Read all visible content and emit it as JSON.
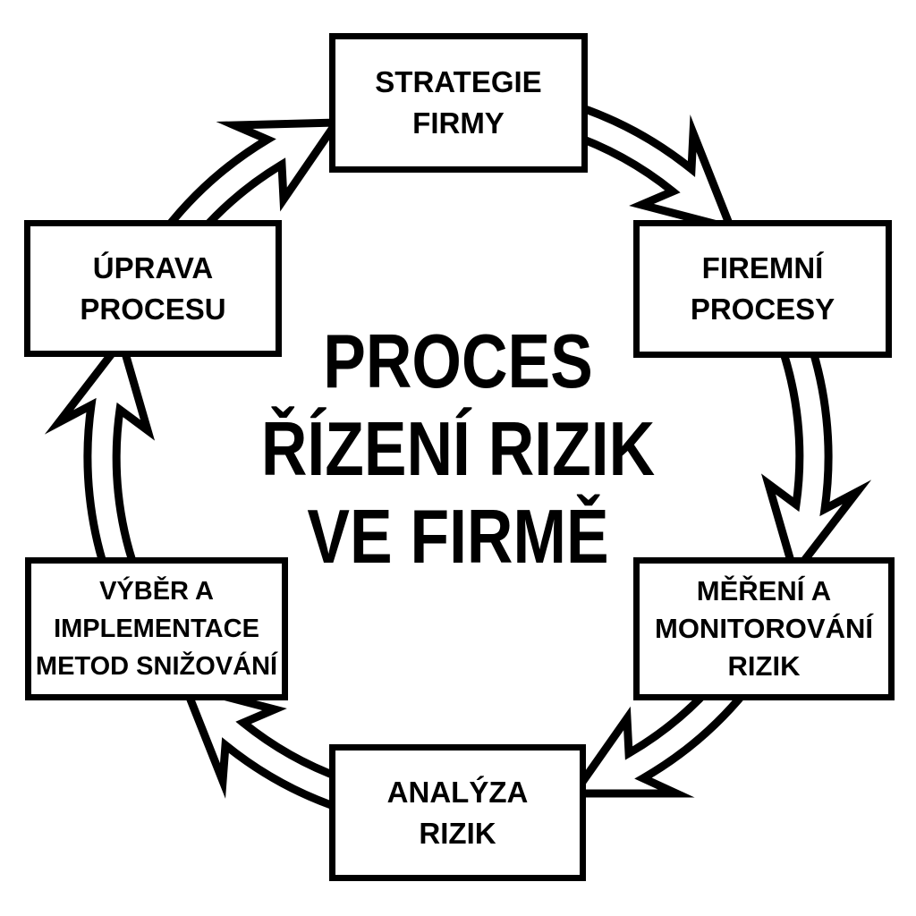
{
  "diagram": {
    "title": {
      "lines": [
        "PROCES",
        "ŘÍZENÍ RIZIK",
        "VE FIRMĚ"
      ]
    },
    "nodes": [
      {
        "id": "strategie-firmy",
        "lines": [
          "STRATEGIE",
          "FIRMY"
        ]
      },
      {
        "id": "firemni-procesy",
        "lines": [
          "FIREMNÍ",
          "PROCESY"
        ]
      },
      {
        "id": "mereni-a-monitorovani-rizik",
        "lines": [
          "MĚŘENÍ A",
          "MONITOROVÁNÍ",
          "RIZIK"
        ]
      },
      {
        "id": "analyza-rizik",
        "lines": [
          "ANALÝZA",
          "RIZIK"
        ]
      },
      {
        "id": "vyber-a-implementace-metod-snizovani",
        "lines": [
          "VÝBĚR A",
          "IMPLEMENTACE",
          "METOD SNIŽOVÁNÍ"
        ]
      },
      {
        "id": "uprava-procesu",
        "lines": [
          "ÚPRAVA",
          "PROCESU"
        ]
      }
    ],
    "edges": [
      {
        "from": "strategie-firmy",
        "to": "firemni-procesy"
      },
      {
        "from": "firemni-procesy",
        "to": "mereni-a-monitorovani-rizik"
      },
      {
        "from": "mereni-a-monitorovani-rizik",
        "to": "analyza-rizik"
      },
      {
        "from": "analyza-rizik",
        "to": "vyber-a-implementace-metod-snizovani"
      },
      {
        "from": "vyber-a-implementace-metod-snizovani",
        "to": "uprava-procesu"
      },
      {
        "from": "uprava-procesu",
        "to": "strategie-firmy"
      }
    ],
    "flow_direction": "clockwise",
    "colors": {
      "ink": "#000000",
      "background": "#ffffff"
    }
  }
}
